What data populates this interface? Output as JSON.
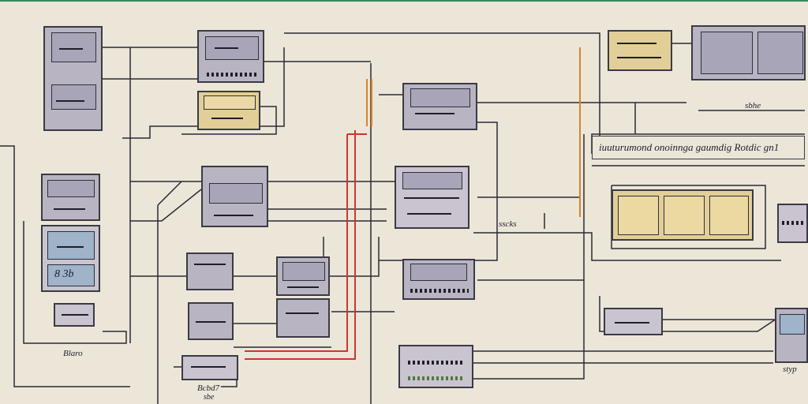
{
  "labels": {
    "banner": "iuuturumond onoinnga gaumdig Rotdic gn1",
    "label_a": "sbhe",
    "label_b": "sscks",
    "label_c": "Blaro",
    "label_d": "Bcbd7",
    "label_e": "sbe",
    "label_f": "styp",
    "panel_value": "8 3b"
  },
  "colors": {
    "background": "#ece6d9",
    "wire": "#2a2a33",
    "wire_red": "#c9372c",
    "wire_orange": "#d9822b",
    "box_fill": "#b9b4c2",
    "cream_fill": "#e2cf98",
    "top_rule": "#3a8a5c"
  }
}
